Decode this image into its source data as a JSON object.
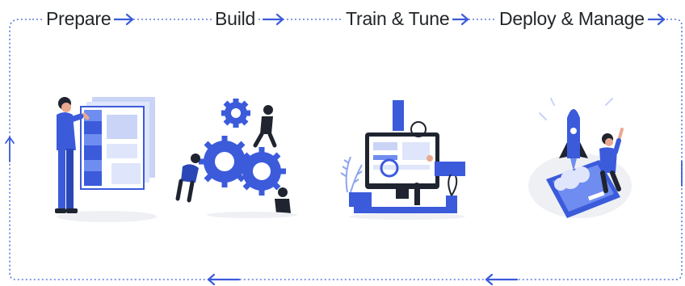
{
  "stages": [
    {
      "label": "Prepare",
      "icon": "person-with-dashboard-illustration"
    },
    {
      "label": "Build",
      "icon": "people-with-gears-illustration"
    },
    {
      "label": "Train & Tune",
      "icon": "computer-tuning-illustration"
    },
    {
      "label": "Deploy & Manage",
      "icon": "rocket-launch-illustration"
    }
  ],
  "colors": {
    "accent": "#3b5bdb",
    "light_accent": "#6f8cf0",
    "dotted_line": "#5b7ae0",
    "text": "#222629",
    "skin": "#e9a98f",
    "dark": "#1f2430",
    "floor": "#eef0f4"
  }
}
